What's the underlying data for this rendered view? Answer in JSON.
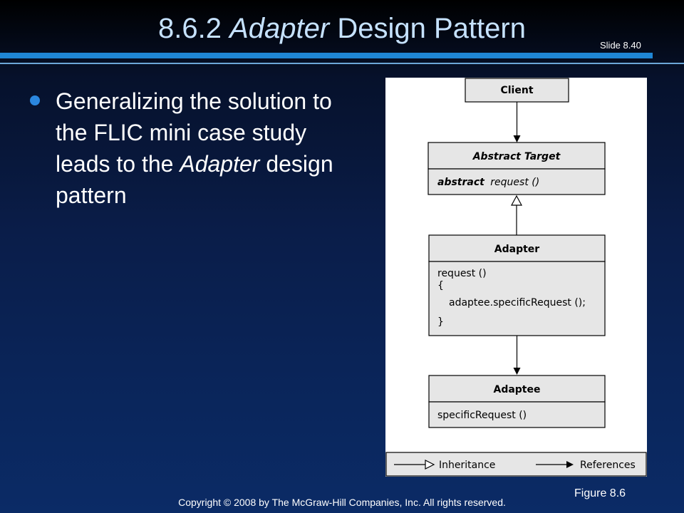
{
  "slide": {
    "title_number": "8.6.2",
    "title_italic": "Adapter",
    "title_rest": "Design Pattern",
    "slide_number": "Slide 8.40",
    "bullet": {
      "text_before": "Generalizing the solution to the FLIC mini case study leads to the",
      "text_italic": "Adapter",
      "text_after": "design pattern"
    },
    "figure_label": "Figure 8.6",
    "copyright": "Copyright © 2008 by The McGraw-Hill Companies, Inc.  All rights reserved."
  },
  "diagram": {
    "client": {
      "name": "Client"
    },
    "abstract_target": {
      "name": "Abstract Target",
      "op_keyword": "abstract",
      "op_name": "request ()"
    },
    "adapter": {
      "name": "Adapter",
      "body_lines": [
        "request ()",
        "{",
        "adaptee.specificRequest ();",
        "}"
      ]
    },
    "adaptee": {
      "name": "Adaptee",
      "op": "specificRequest ()"
    },
    "legend": {
      "inheritance": "Inheritance",
      "references": "References"
    }
  },
  "colors": {
    "title": "#c6e2ff",
    "accent_rule": "#1f86d4",
    "bullet": "#2b87df",
    "class_header_fill": "#e6e6e6",
    "figure_background": "#ffffff"
  }
}
